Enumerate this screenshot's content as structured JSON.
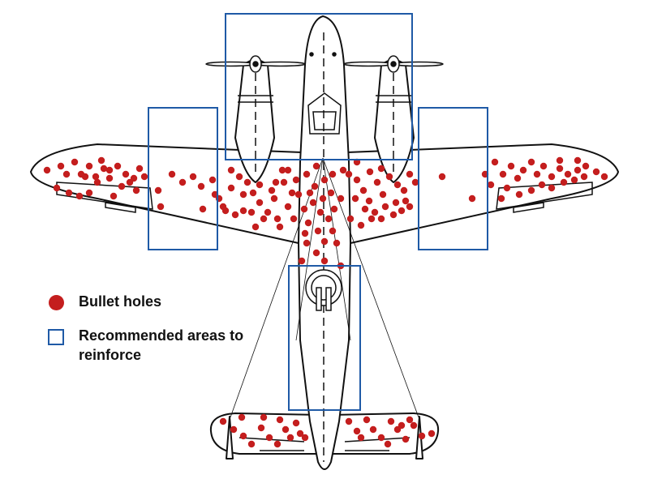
{
  "legend": {
    "bullet_holes_label": "Bullet holes",
    "reinforce_label": "Recommended areas to reinforce"
  },
  "colors": {
    "bullet": "#c41e1e",
    "reinforce_box": "#1f5aa6",
    "outline": "#111111"
  },
  "icons": [
    "plane-silhouette",
    "propeller-icon",
    "turret-icon"
  ]
}
